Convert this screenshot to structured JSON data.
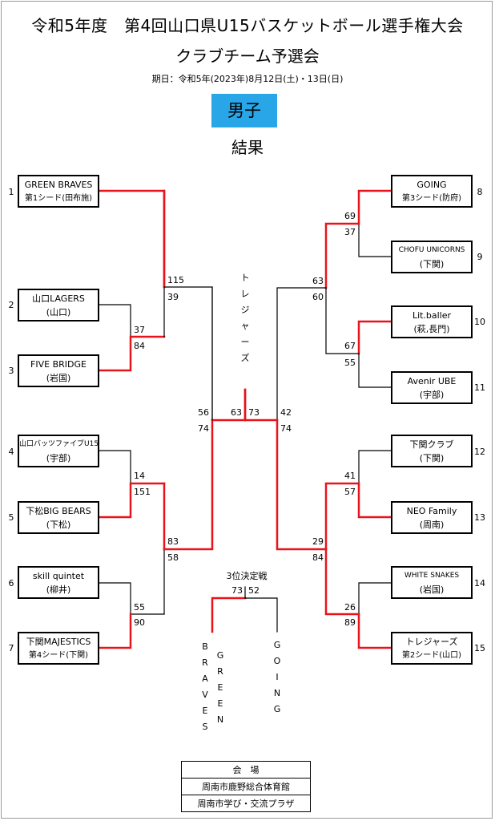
{
  "header": {
    "title": "令和5年度　第4回山口県U15バスケットボール選手権大会",
    "subtitle": "クラブチーム予選会",
    "date": "期日：令和5年(2023年)8月12日(土)・13日(日)",
    "division": "男子",
    "result_label": "結果"
  },
  "teams": [
    {
      "seed": "1",
      "name": "GREEN BRAVES",
      "sub": "第1シード(田布施)"
    },
    {
      "seed": "2",
      "name": "山口LAGERS",
      "sub": "(山口)"
    },
    {
      "seed": "3",
      "name": "FIVE BRIDGE",
      "sub": "(岩国)"
    },
    {
      "seed": "4",
      "name": "山口バッツファイブU15",
      "sub": "(宇部)"
    },
    {
      "seed": "5",
      "name": "下松BIG BEARS",
      "sub": "(下松)"
    },
    {
      "seed": "6",
      "name": "skill quintet",
      "sub": "(柳井)"
    },
    {
      "seed": "7",
      "name": "下関MAJESTICS",
      "sub": "第4シード(下関)"
    },
    {
      "seed": "8",
      "name": "GOING",
      "sub": "第3シード(防府)"
    },
    {
      "seed": "9",
      "name": "CHOFU UNICORNS",
      "sub": "(下関)"
    },
    {
      "seed": "10",
      "name": "Lit.baller",
      "sub": "(萩,長門)"
    },
    {
      "seed": "11",
      "name": "Avenir UBE",
      "sub": "(宇部)"
    },
    {
      "seed": "12",
      "name": "下関クラブ",
      "sub": "(下関)"
    },
    {
      "seed": "13",
      "name": "NEO Family",
      "sub": "(周南)"
    },
    {
      "seed": "14",
      "name": "WHITE SNAKES",
      "sub": "(岩国)"
    },
    {
      "seed": "15",
      "name": "トレジャーズ",
      "sub": "第2シード(山口)"
    }
  ],
  "scores": {
    "l_r1_a_top": "37",
    "l_r1_a_bot": "84",
    "l_r1_b_top": "14",
    "l_r1_b_bot": "151",
    "l_r1_c_top": "55",
    "l_r1_c_bot": "90",
    "l_r2_a_top": "115",
    "l_r2_a_bot": "39",
    "l_r2_b_top": "83",
    "l_r2_b_bot": "58",
    "l_sf_top": "56",
    "l_sf_bot": "74",
    "r_r1_a_top": "69",
    "r_r1_a_bot": "37",
    "r_r1_b_top": "67",
    "r_r1_b_bot": "55",
    "r_r1_c_top": "41",
    "r_r1_c_bot": "57",
    "r_r1_d_top": "26",
    "r_r1_d_bot": "89",
    "r_r2_a_top": "63",
    "r_r2_a_bot": "60",
    "r_r2_b_top": "29",
    "r_r2_b_bot": "84",
    "r_sf_top": "42",
    "r_sf_bot": "74",
    "final_left": "63",
    "final_right": "73",
    "third_left": "73",
    "third_right": "52"
  },
  "champion_vertical": [
    "ト",
    "レ",
    "ジ",
    "ャ",
    "ー",
    "ズ"
  ],
  "third_place": {
    "label": "3位決定戦",
    "col1": [
      "B",
      "R",
      "A",
      "V",
      "E",
      "S"
    ],
    "col2": [
      "G",
      "R",
      "E",
      "E",
      "N"
    ],
    "col3": [
      "G",
      "O",
      "I",
      "N",
      "G"
    ]
  },
  "venue": {
    "header": "会　場",
    "site1": "周南市鹿野総合体育館",
    "site2": "周南市学び・交流プラザ"
  },
  "colors": {
    "win_line": "#e8141c",
    "lose_line": "#000000",
    "division_bg": "#29a6e8"
  }
}
